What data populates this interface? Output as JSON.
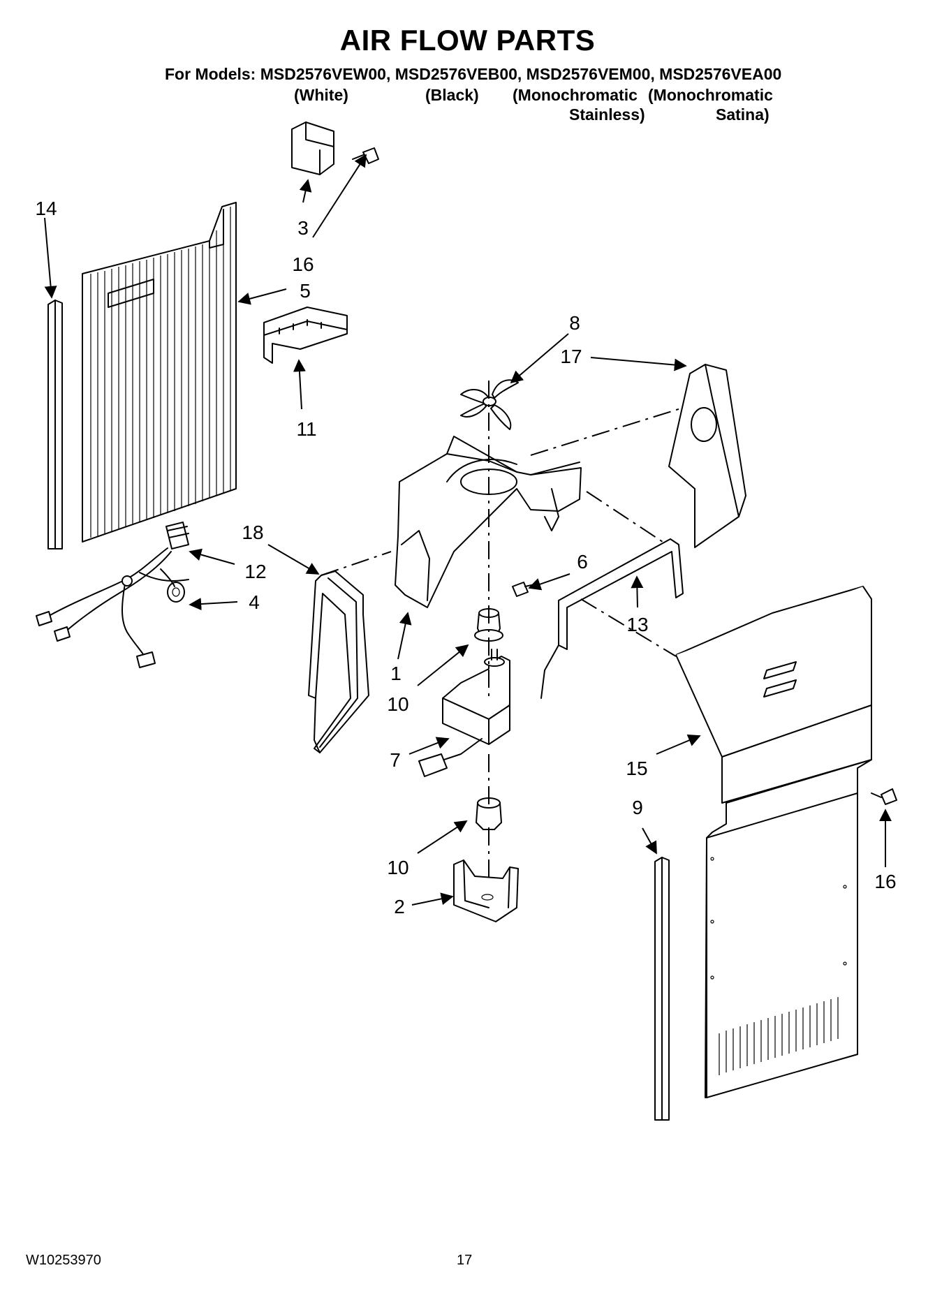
{
  "header": {
    "title": "AIR FLOW PARTS",
    "models_line": "For Models: MSD2576VEW00, MSD2576VEB00, MSD2576VEM00, MSD2576VEA00",
    "variants": [
      "(White)",
      "(Black)",
      "(Monochromatic",
      "(Monochromatic"
    ],
    "variants_line2": [
      "Stainless)",
      "Satina)"
    ]
  },
  "callouts": [
    "14",
    "3",
    "16",
    "5",
    "11",
    "8",
    "17",
    "18",
    "12",
    "4",
    "6",
    "13",
    "1",
    "10",
    "7",
    "15",
    "9",
    "10",
    "2",
    "16"
  ],
  "footer": {
    "doc_code": "W10253970",
    "page_number": "17"
  }
}
